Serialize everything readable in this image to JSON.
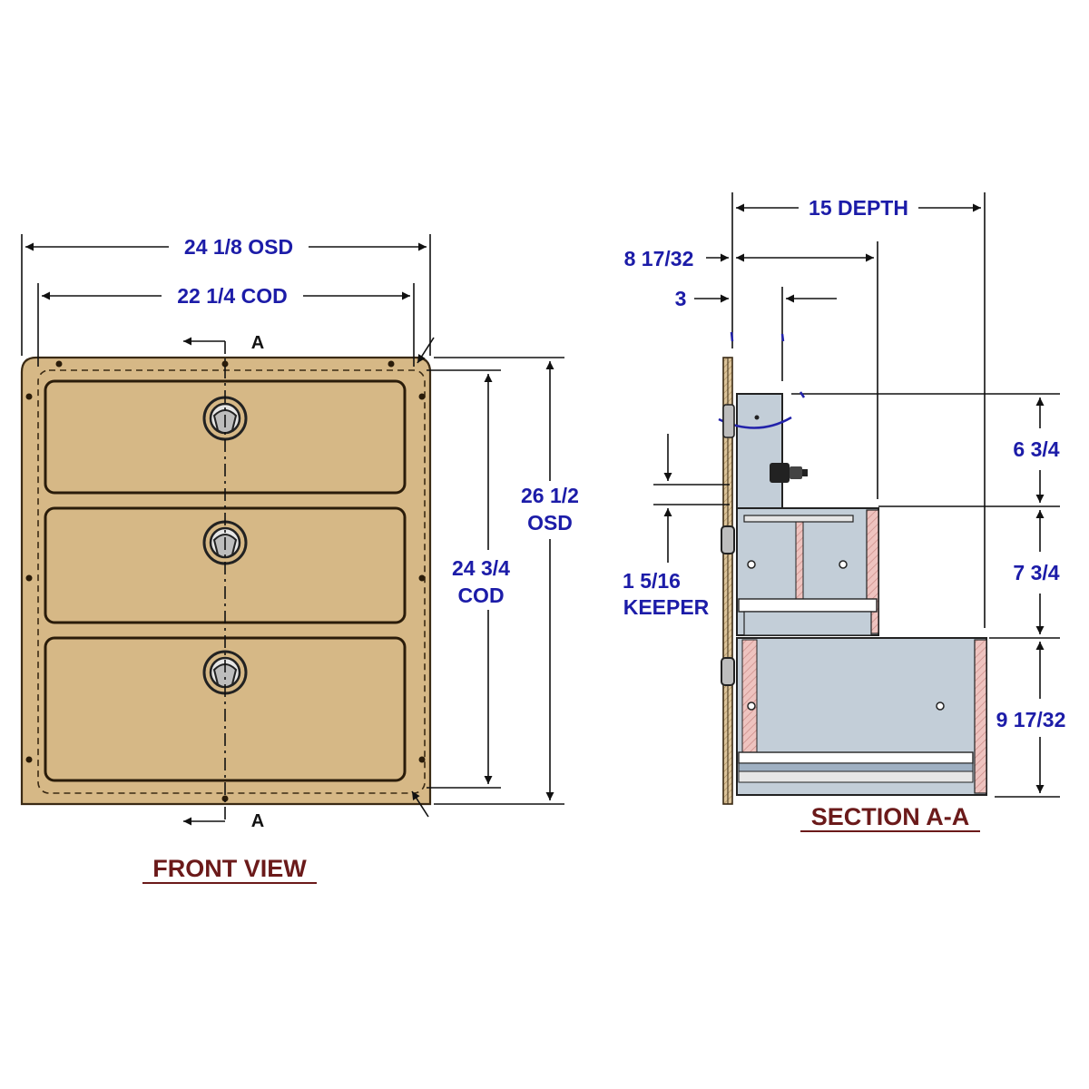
{
  "front_view": {
    "title": "FRONT VIEW",
    "section_marker_top": "A",
    "section_marker_bottom": "A",
    "dimensions": {
      "outer_width": "24 1/8 OSD",
      "cutout_width": "22 1/4 COD",
      "outer_height_line1": "26 1/2",
      "outer_height_line2": "OSD",
      "cutout_height_line1": "24 3/4",
      "cutout_height_line2": "COD"
    },
    "drawer_count": 3
  },
  "section_view": {
    "title": "SECTION A-A",
    "dimensions": {
      "depth": "15 DEPTH",
      "upper_depth": "8 17/32",
      "flange": "3",
      "keeper_line1": "1 5/16",
      "keeper_line2": "KEEPER",
      "drawer1_height": "6 3/4",
      "drawer2_height": "7 3/4",
      "drawer3_height": "9 17/32"
    }
  },
  "colors": {
    "panel_fill": "#d6b886",
    "panel_stroke": "#3a2a14",
    "box_fill": "#c3ced8",
    "dimension_text": "#1c1ca8",
    "title_text": "#6b1a1a",
    "wall_hatch": "#e8b4b4"
  }
}
